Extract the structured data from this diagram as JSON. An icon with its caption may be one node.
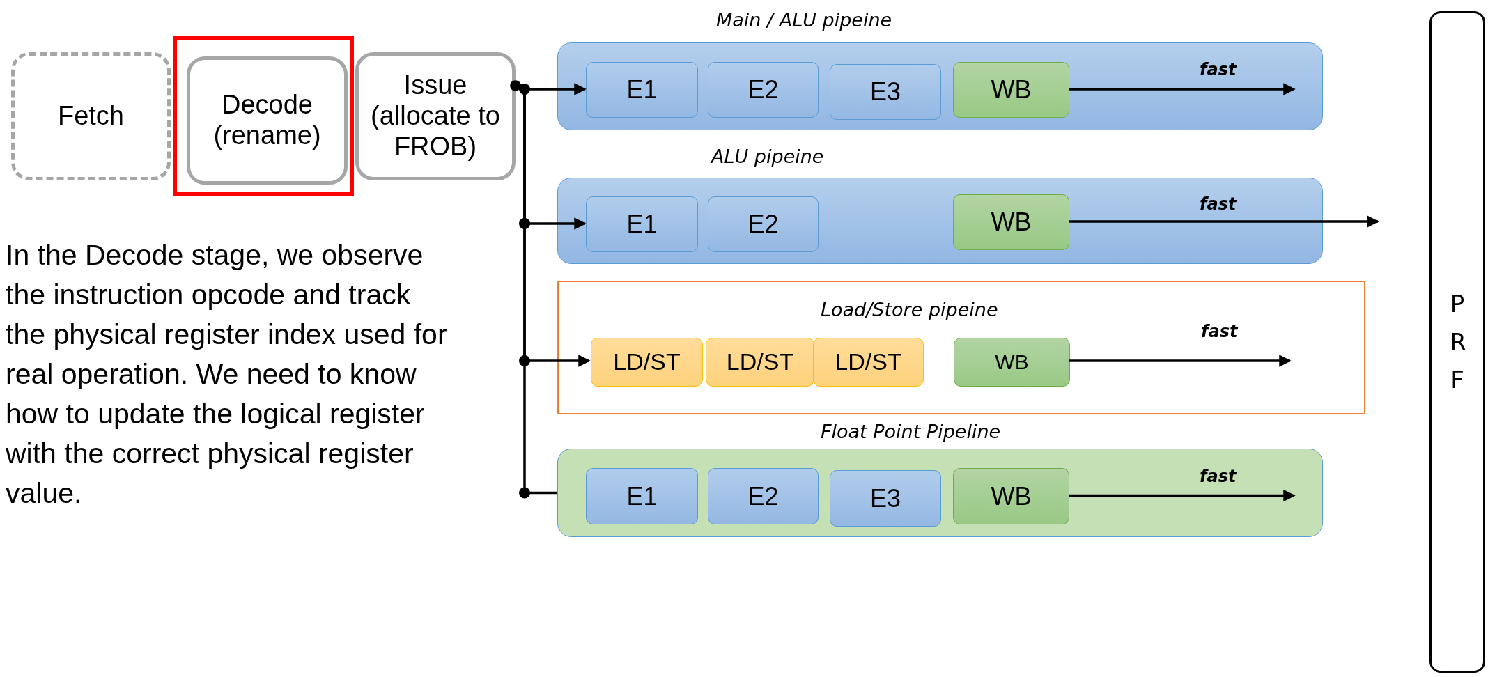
{
  "diagram": {
    "nodes": [
      {
        "text": [
          "Fetch"
        ]
      },
      {
        "text": [],
        "shape": "box"
      },
      {
        "text": [
          "Decode (rename)"
        ],
        "in": 1
      },
      {
        "text": [
          "Issue (allocate to FROB)"
        ]
      },
      {
        "text": [
          "Main / ALU pipeine"
        ]
      },
      {
        "text": [
          "E1"
        ],
        "in": 4
      },
      {
        "text": [
          "E2"
        ],
        "in": 4
      },
      {
        "text": [
          "E3"
        ],
        "in": 4
      },
      {
        "text": [
          "WB"
        ],
        "in": 4
      },
      {
        "text": [
          "ALU pipeine"
        ]
      },
      {
        "text": [
          "E1"
        ],
        "in": 9
      },
      {
        "text": [
          "E2"
        ],
        "in": 9
      },
      {
        "text": [
          "WB"
        ],
        "in": 9
      },
      {
        "text": [
          "Load/Store pipeine"
        ]
      },
      {
        "text": [
          "LD/ST"
        ],
        "in": 13
      },
      {
        "text": [
          "LD/ST"
        ],
        "in": 13
      },
      {
        "text": [
          "LD/ST"
        ],
        "in": 13
      },
      {
        "text": [
          "WB"
        ],
        "in": 13
      },
      {
        "text": [
          "Float Point Pipeline"
        ]
      },
      {
        "text": [
          "E1"
        ],
        "in": 18
      },
      {
        "text": [
          "E2"
        ],
        "in": 18
      },
      {
        "text": [
          "E3"
        ],
        "in": 18
      },
      {
        "text": [
          "WB"
        ],
        "in": 18
      },
      {
        "text": [
          "P R F"
        ]
      }
    ],
    "edges": [
      {
        "from": 3,
        "to": 5,
        "arrow": "to"
      },
      {
        "from": 3,
        "to": 10,
        "arrow": "to"
      },
      {
        "from": 3,
        "to": 14,
        "arrow": "to"
      },
      {
        "from": 3,
        "to": 18,
        "arrow": "other"
      },
      {
        "from": 8,
        "to": null,
        "arrow": "to",
        "label": "fast"
      },
      {
        "from": 12,
        "to": null,
        "arrow": "to",
        "label": "fast"
      },
      {
        "from": 17,
        "to": null,
        "arrow": "to",
        "label": "fast"
      },
      {
        "from": 22,
        "to": null,
        "arrow": "to",
        "label": "fast"
      }
    ],
    "labels": [
      "In the Decode stage, we observe the instruction opcode and track the physical register index used for real operation. We need to know how to update the logical register with the correct physical register value."
    ]
  }
}
